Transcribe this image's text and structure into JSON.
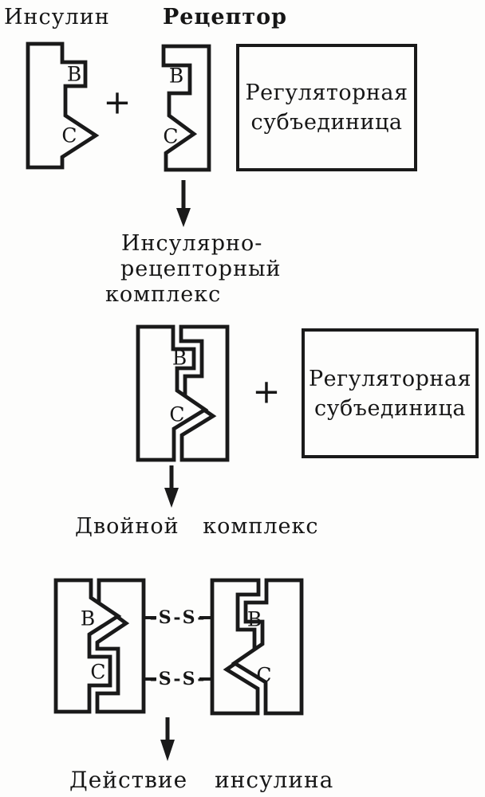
{
  "colors": {
    "ink": "#1a1a1a",
    "paper": "#fdfdfc"
  },
  "row1": {
    "insulin_label": "Инсулин",
    "receptor_label": "Рецептор",
    "plus": "+",
    "insulin_b": "B",
    "insulin_c": "C",
    "receptor_b": "B",
    "receptor_c": "C",
    "box_lines": [
      "Регуляторная",
      "субъединица"
    ]
  },
  "row2": {
    "caption_lines": [
      "Инсулярно-",
      "рецепторный",
      "комплекс"
    ],
    "plus": "+",
    "b": "B",
    "c": "C",
    "box_lines": [
      "Регуляторная",
      "субъединица"
    ]
  },
  "row3": {
    "caption": "Двойной комплекс",
    "left_b": "B",
    "left_c": "C",
    "right_b": "B",
    "right_c": "C",
    "ss_top": "-S-S-",
    "ss_bottom": "-S-S-"
  },
  "row4": {
    "caption": "Действие инсулина"
  }
}
